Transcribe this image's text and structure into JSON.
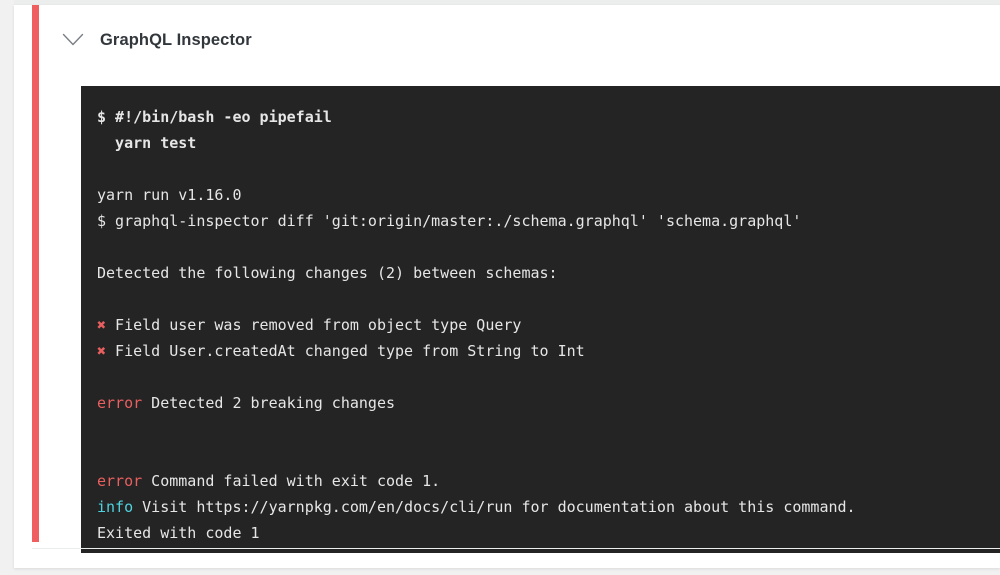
{
  "theme": {
    "page_background": "#f1f1f1",
    "card_background": "#ffffff",
    "status_accent": "#ef5f5f",
    "terminal_background": "#242424",
    "terminal_text": "#e6e6e6",
    "error_color": "#e95f5f",
    "info_color": "#4fd2e0",
    "title_color": "#32373c"
  },
  "job": {
    "title": "GraphQL Inspector",
    "collapse_icon": "chevron-down-icon",
    "status": "failed"
  },
  "log": {
    "lines": [
      {
        "id": "cmd-shebang",
        "style": "cmd",
        "segments": [
          {
            "text": "$ #!/bin/bash -eo pipefail"
          }
        ]
      },
      {
        "id": "cmd-yarn-test",
        "style": "cmd",
        "segments": [
          {
            "text": "  yarn test"
          }
        ]
      },
      {
        "id": "spacer-1",
        "style": "blank",
        "segments": []
      },
      {
        "id": "yarn-version",
        "style": "normal",
        "segments": [
          {
            "text": "yarn run v1.16.0"
          }
        ]
      },
      {
        "id": "cmd-inspector-diff",
        "style": "normal",
        "segments": [
          {
            "text": "$ graphql-inspector diff 'git:origin/master:./schema.graphql' 'schema.graphql'"
          }
        ]
      },
      {
        "id": "spacer-2",
        "style": "blank",
        "segments": []
      },
      {
        "id": "detected-changes",
        "style": "normal",
        "segments": [
          {
            "text": "Detected the following changes (2) between schemas:"
          }
        ]
      },
      {
        "id": "spacer-3",
        "style": "blank",
        "segments": []
      },
      {
        "id": "change-1",
        "style": "normal",
        "segments": [
          {
            "text": "✖",
            "color": "error",
            "bold": true
          },
          {
            "text": " Field user was removed from object type Query"
          }
        ]
      },
      {
        "id": "change-2",
        "style": "normal",
        "segments": [
          {
            "text": "✖",
            "color": "error",
            "bold": true
          },
          {
            "text": " Field User.createdAt changed type from String to Int"
          }
        ]
      },
      {
        "id": "spacer-4",
        "style": "blank",
        "segments": []
      },
      {
        "id": "error-breaking-changes",
        "style": "normal",
        "segments": [
          {
            "text": "error",
            "color": "error"
          },
          {
            "text": " Detected 2 breaking changes"
          }
        ]
      },
      {
        "id": "spacer-5",
        "style": "blank",
        "segments": []
      },
      {
        "id": "spacer-6",
        "style": "blank",
        "segments": []
      },
      {
        "id": "error-command-failed",
        "style": "normal",
        "segments": [
          {
            "text": "error",
            "color": "error"
          },
          {
            "text": " Command failed with exit code 1."
          }
        ]
      },
      {
        "id": "info-visit-docs",
        "style": "normal",
        "segments": [
          {
            "text": "info",
            "color": "info"
          },
          {
            "text": " Visit https://yarnpkg.com/en/docs/cli/run for documentation about this command."
          }
        ]
      },
      {
        "id": "exited-with-code",
        "style": "normal",
        "segments": [
          {
            "text": "Exited with code 1"
          }
        ]
      }
    ]
  }
}
